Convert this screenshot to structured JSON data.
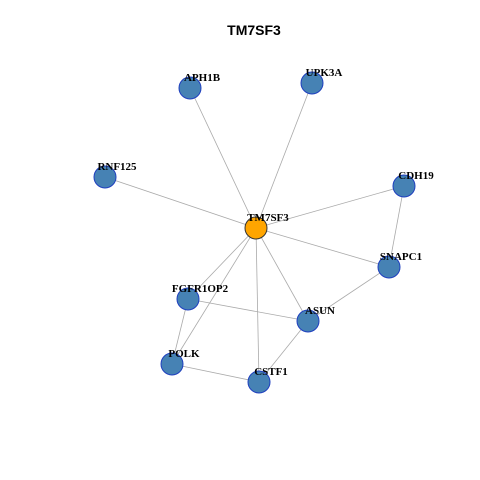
{
  "title": "TM7SF3",
  "colors": {
    "node_fill": "#4682b4",
    "node_stroke": "#1f3fbf",
    "hub_fill": "#ffa500",
    "edge": "#aaaaaa"
  },
  "nodes": [
    {
      "id": "TM7SF3",
      "label": "TM7SF3",
      "hub": true
    },
    {
      "id": "APH1B",
      "label": "APH1B"
    },
    {
      "id": "UPK3A",
      "label": "UPK3A"
    },
    {
      "id": "RNF125",
      "label": "RNF125"
    },
    {
      "id": "CDH19",
      "label": "CDH19"
    },
    {
      "id": "SNAPC1",
      "label": "SNAPC1"
    },
    {
      "id": "FGFR1OP2",
      "label": "FGFR1OP2"
    },
    {
      "id": "ASUN",
      "label": "ASUN"
    },
    {
      "id": "POLK",
      "label": "POLK"
    },
    {
      "id": "CSTF1",
      "label": "CSTF1"
    }
  ],
  "edges": [
    [
      "TM7SF3",
      "APH1B"
    ],
    [
      "TM7SF3",
      "UPK3A"
    ],
    [
      "TM7SF3",
      "RNF125"
    ],
    [
      "TM7SF3",
      "CDH19"
    ],
    [
      "TM7SF3",
      "SNAPC1"
    ],
    [
      "TM7SF3",
      "FGFR1OP2"
    ],
    [
      "TM7SF3",
      "ASUN"
    ],
    [
      "TM7SF3",
      "POLK"
    ],
    [
      "TM7SF3",
      "CSTF1"
    ],
    [
      "CDH19",
      "SNAPC1"
    ],
    [
      "SNAPC1",
      "ASUN"
    ],
    [
      "FGFR1OP2",
      "ASUN"
    ],
    [
      "FGFR1OP2",
      "POLK"
    ],
    [
      "ASUN",
      "CSTF1"
    ],
    [
      "POLK",
      "CSTF1"
    ]
  ]
}
